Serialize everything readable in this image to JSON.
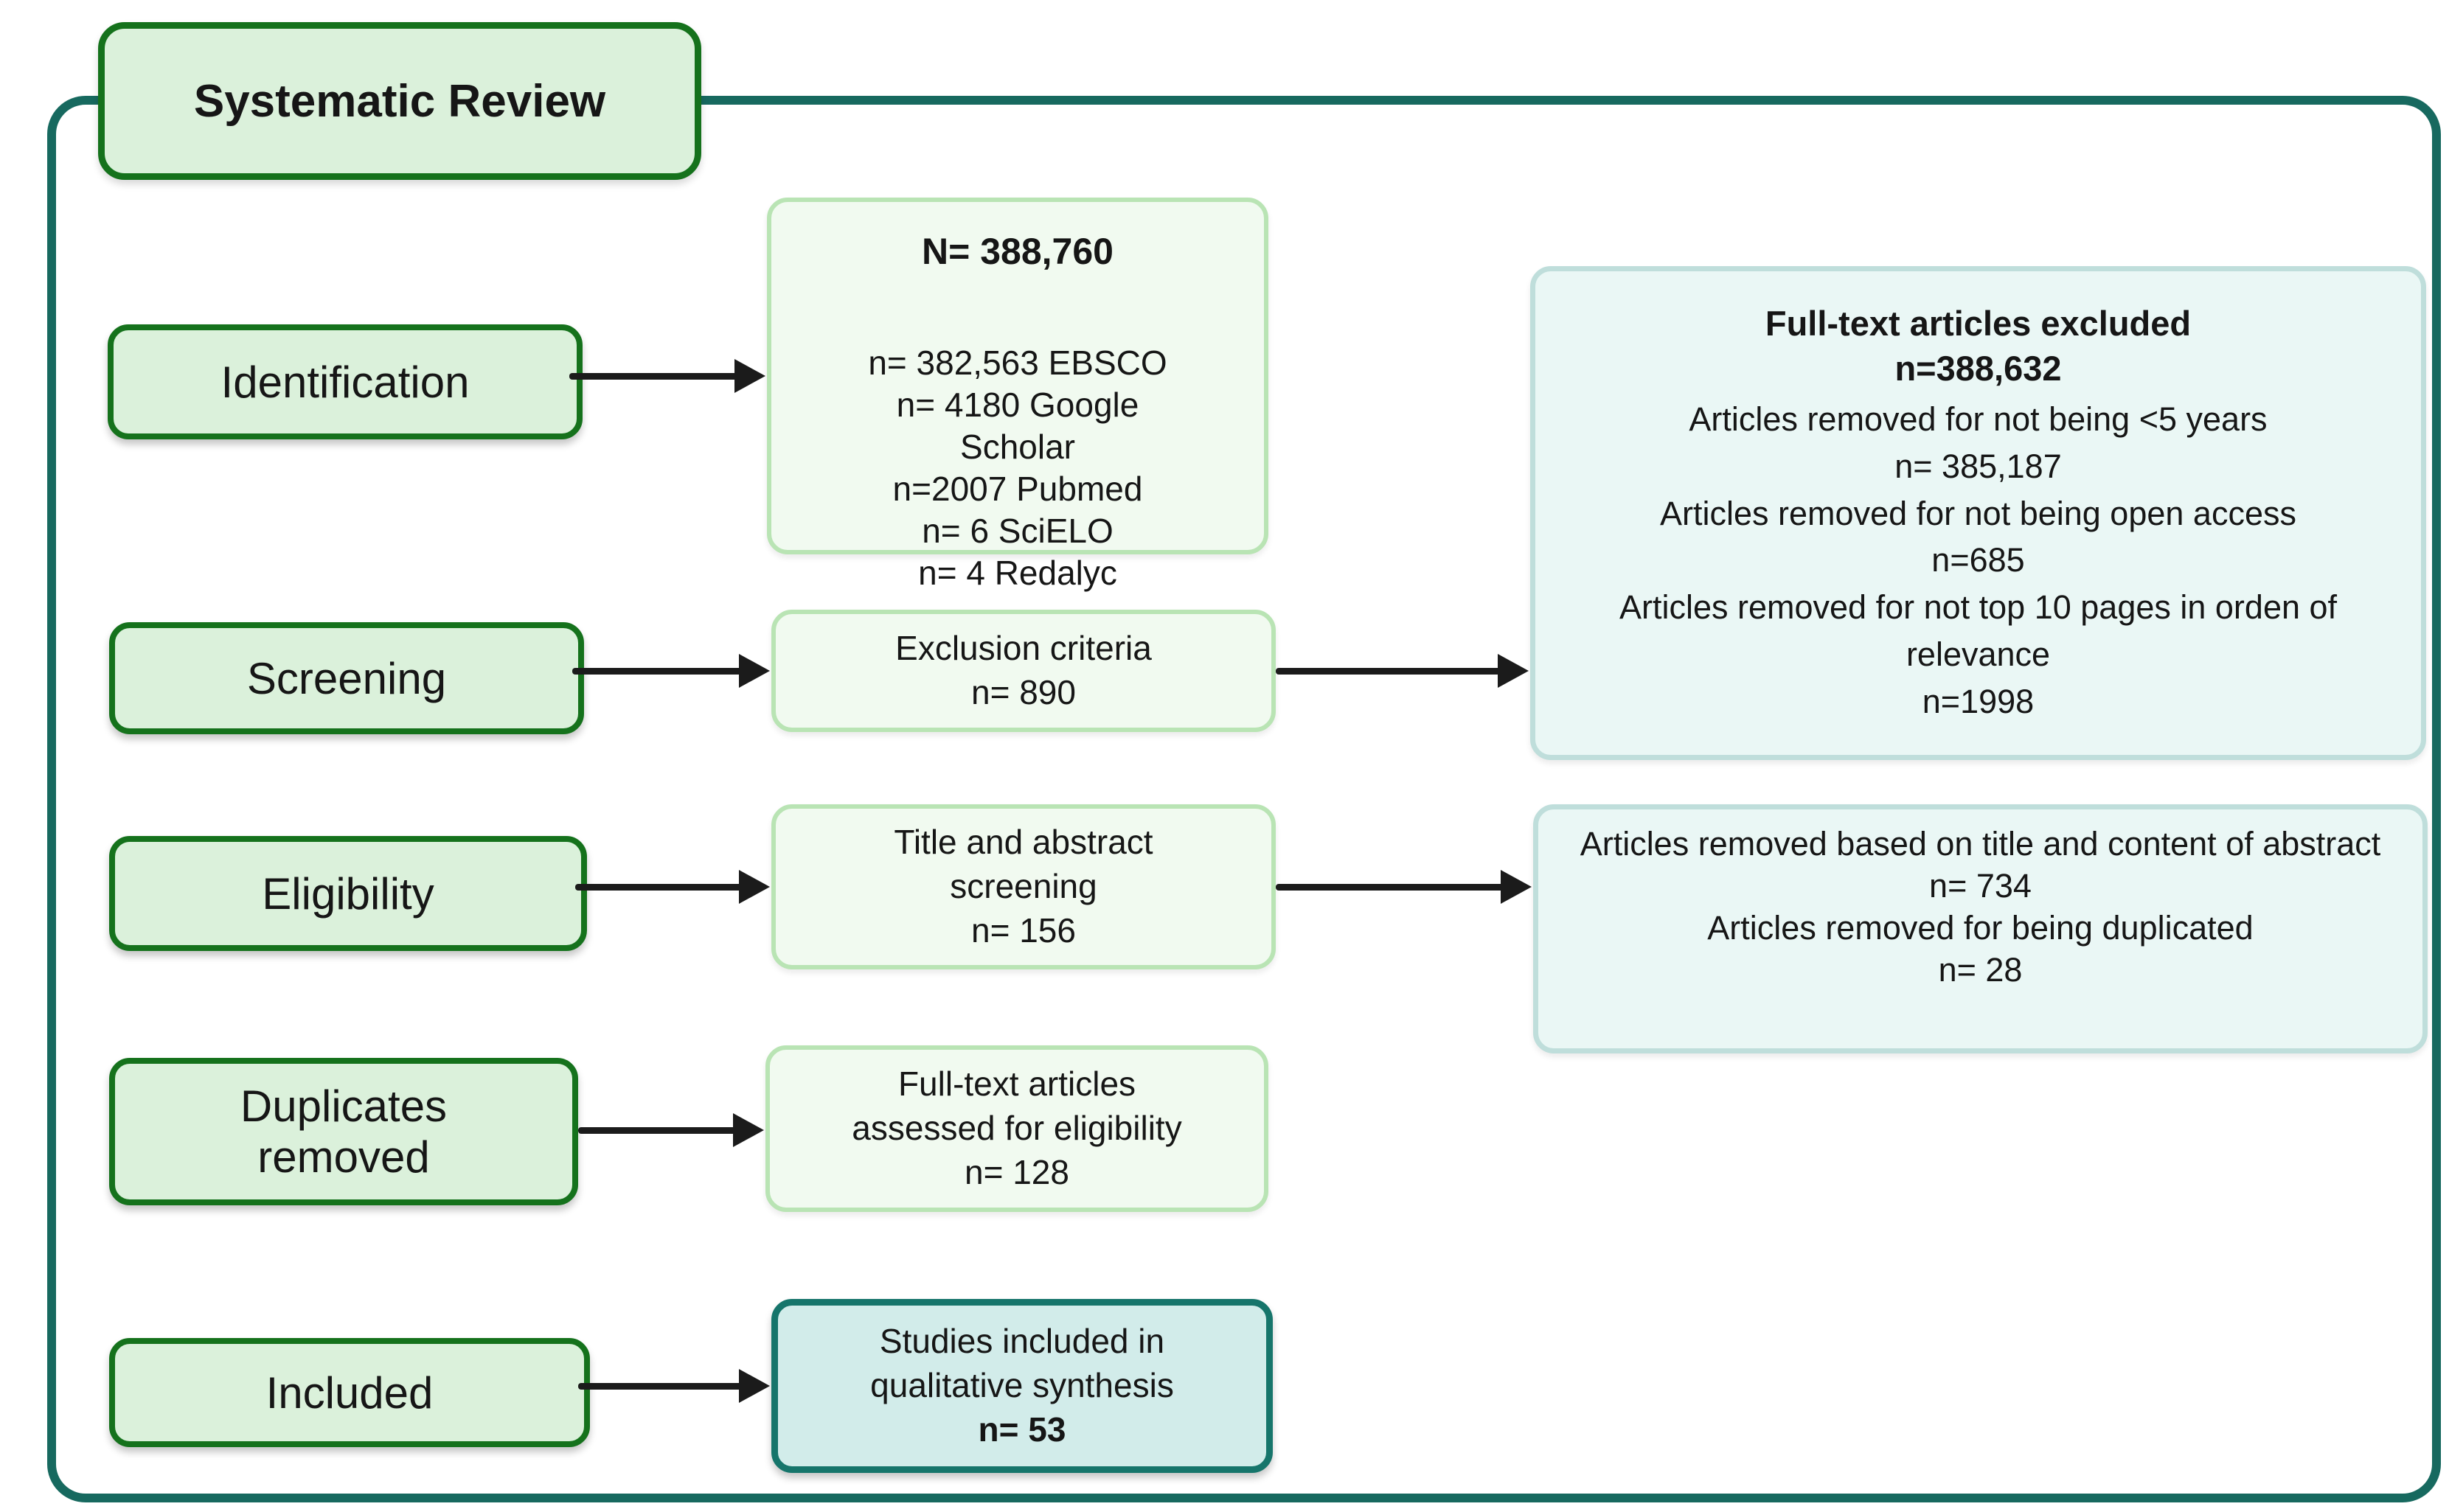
{
  "title": "Systematic Review",
  "stages": [
    {
      "label": "Identification"
    },
    {
      "label": "Screening"
    },
    {
      "label": "Eligibility"
    },
    {
      "label": "Duplicates removed"
    },
    {
      "label": "Included"
    }
  ],
  "middle_boxes": [
    {
      "header": "N= 388,760",
      "lines": [
        "n= 382,563 EBSCO",
        "n= 4180 Google Scholar",
        "n=2007 Pubmed",
        "n= 6 SciELO",
        "n= 4 Redalyc"
      ]
    },
    {
      "lines": [
        "Exclusion criteria",
        "n= 890"
      ]
    },
    {
      "lines": [
        "Title and abstract screening",
        "n= 156"
      ]
    },
    {
      "lines": [
        "Full-text articles assessed for eligibility",
        "n= 128"
      ]
    },
    {
      "lines": [
        "Studies included in qualitative synthesis"
      ],
      "emphasis": "n= 53"
    }
  ],
  "exclusion_boxes": [
    {
      "header_lines": [
        "Full-text articles excluded",
        "n=388,632"
      ],
      "lines": [
        "Articles removed for not being <5 years",
        "n= 385,187",
        "Articles removed for not being open access",
        "n=685",
        "Articles removed for not top 10 pages in orden of relevance",
        "n=1998"
      ]
    },
    {
      "lines": [
        "Articles removed based on title and content of abstract",
        "n= 734",
        "Articles removed for being duplicated",
        "n= 28"
      ]
    }
  ],
  "colors": {
    "outer_border": "#17695f",
    "stage_fill": "#dbf1db",
    "stage_border": "#15721c",
    "process_fill": "#f1faf0",
    "process_border": "#b9e4b4",
    "exclusion_fill": "#eaf7f5",
    "exclusion_border": "#bfdedb",
    "included_fill": "#d2ecea",
    "included_border": "#16756b",
    "arrow": "#1b1b1b"
  }
}
